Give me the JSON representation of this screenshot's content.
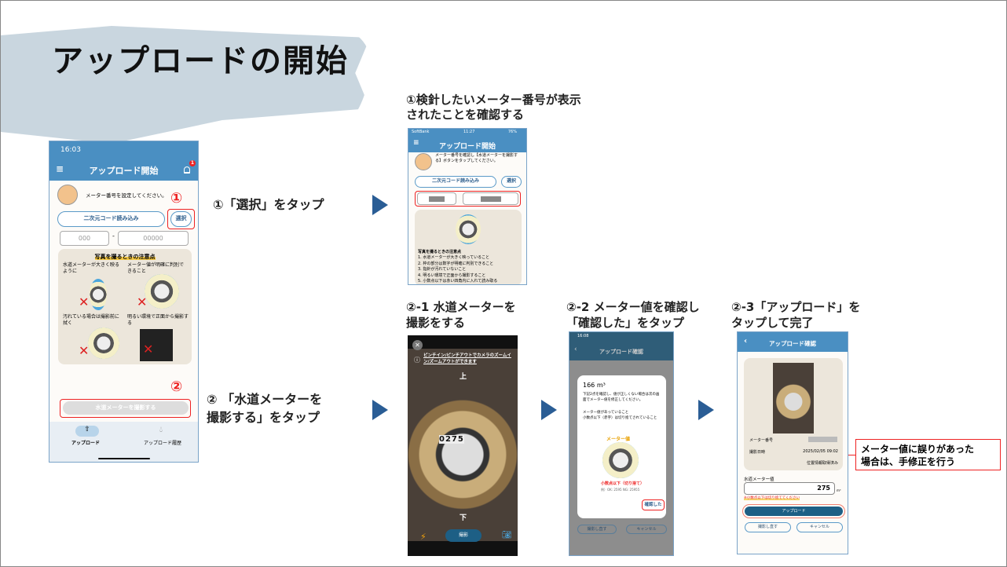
{
  "title": "アップロードの開始",
  "steps": {
    "s1": "①「選択」をタップ",
    "s2a": "② 「水道メーターを",
    "s2b": "撮影する」をタップ",
    "top_a": "①検針したいメーター番号が表示",
    "top_b": "されたことを確認する",
    "c1a": "②-1 水道メーターを",
    "c1b": "撮影をする",
    "c2a": "②-2 メーター値を確認し",
    "c2b": "「確認した」をタップ",
    "c3a": "②-3「アップロード」を",
    "c3b": "タップして完了"
  },
  "callout": {
    "a": "メーター値に誤りがあった",
    "b": "場合は、手修正を行う"
  },
  "phone1": {
    "time": "16:03",
    "header": "アップロード開始",
    "badge": "1",
    "prompt": "メーター番号を設定してください。",
    "qr": "二次元コード読み込み",
    "select": "選択",
    "num1": "000",
    "num2": "00000",
    "dash": "-",
    "marker1": "①",
    "marker2": "②",
    "tips_title": "写真を撮るときの注意点",
    "tips": [
      "水道メーターが大きく映るように",
      "メーター値が明確に判別できること",
      "汚れている場合は撮影前に拭く",
      "明るい環境で正面から撮影する"
    ],
    "shoot": "水道メーターを撮影する",
    "nav": [
      "アップロード",
      "アップロード履歴"
    ]
  },
  "phone_top": {
    "carrier": "SoftBank",
    "time": "11:27",
    "battery": "76%",
    "header": "アップロード開始",
    "prompt": "メーター番号を確認し【水道メーターを撮影する】ボタンをタップしてください。",
    "qr": "二次元コード読み込み",
    "select": "選択",
    "tips_title": "写真を撮るときの注意点",
    "tips": [
      "1. 水道メーターが大きく映っていること",
      "2. 枠の部分は数字が明確に判別できること",
      "3. 指針が汚れていないこと",
      "4. 明るい環境で正面から撮影すること",
      "5. 小数点以下は赤い四角内に入れて読み取る"
    ]
  },
  "camera": {
    "hint": "ピンチイン/ピンチアウトでカメラのズームイン/ズームアウトができます",
    "up": "上",
    "down": "下",
    "shoot": "撮影",
    "reading": "0275"
  },
  "confirm": {
    "time": "16:08",
    "header": "アップロード確認",
    "value": "166 m³",
    "text": "下記2点を確認し、値が正しくない場合は次の画面でメーター値を修正してください。",
    "checks": [
      "メーター値があっていること",
      "小数点以下（赤字）は切り捨てされていること"
    ],
    "meter_label": "メーター値",
    "decimal_label": "小数点以下（切り捨て）",
    "example": "例）OK: 2595 NG: 25955",
    "confirm_btn": "確認した",
    "back_btns": [
      "撮影し直す",
      "キャンセル"
    ]
  },
  "upload": {
    "header": "アップロード確認",
    "meter_no_label": "メーター番号",
    "date_label": "撮影日時",
    "date": "2025/02/05 09:02",
    "location": "位置情報取得済み",
    "value_label": "水道メーター値",
    "value": "275",
    "unit": "m³",
    "note": "※小数点以下は切り捨ててください",
    "upload_btn": "アップロード",
    "retake": "撮影し直す",
    "cancel": "キャンセル"
  }
}
